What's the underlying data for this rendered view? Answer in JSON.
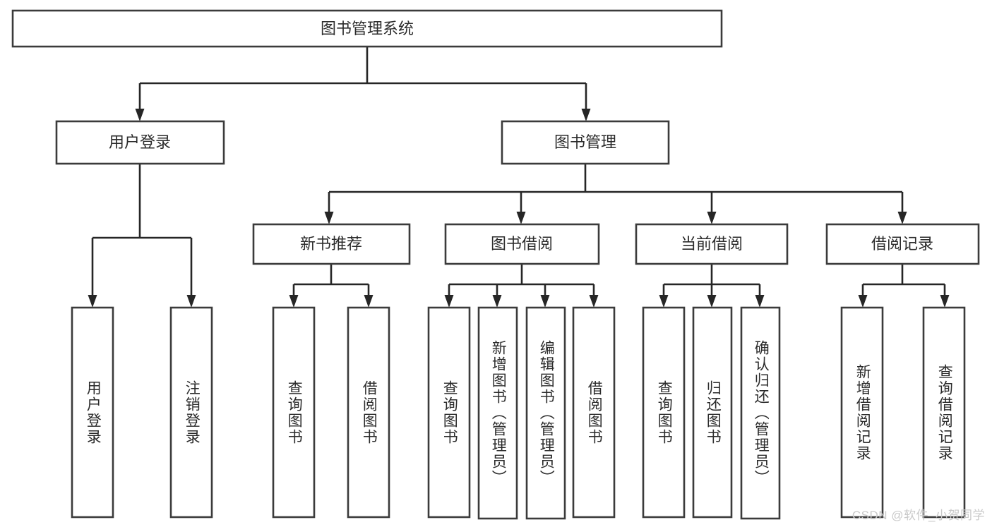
{
  "diagram": {
    "type": "tree-hierarchy-chart",
    "title": "图书管理系统",
    "background_color": "#ffffff",
    "box_border_color": "#3b3b3b",
    "connector_color": "#262626",
    "text_color": "#2b2b2b",
    "root": {
      "label": "图书管理系统"
    },
    "level1": [
      {
        "label": "用户登录"
      },
      {
        "label": "图书管理"
      }
    ],
    "level2": [
      {
        "label": "新书推荐",
        "parent": "图书管理"
      },
      {
        "label": "图书借阅",
        "parent": "图书管理"
      },
      {
        "label": "当前借阅",
        "parent": "图书管理"
      },
      {
        "label": "借阅记录",
        "parent": "图书管理"
      }
    ],
    "leaves": {
      "user_login": [
        {
          "label": "用户登录"
        },
        {
          "label": "注销登录"
        }
      ],
      "new_book_recommend": [
        {
          "label": "查询图书"
        },
        {
          "label": "借阅图书"
        }
      ],
      "book_borrow": [
        {
          "label": "查询图书"
        },
        {
          "label": "新增图书（管理员）"
        },
        {
          "label": "编辑图书（管理员）"
        },
        {
          "label": "借阅图书"
        }
      ],
      "current_borrow": [
        {
          "label": "查询图书"
        },
        {
          "label": "归还图书"
        },
        {
          "label": "确认归还（管理员）"
        }
      ],
      "borrow_record": [
        {
          "label": "新增借阅记录"
        },
        {
          "label": "查询借阅记录"
        }
      ]
    }
  },
  "watermark": {
    "text": "CSDN @软件_小贺同学"
  }
}
